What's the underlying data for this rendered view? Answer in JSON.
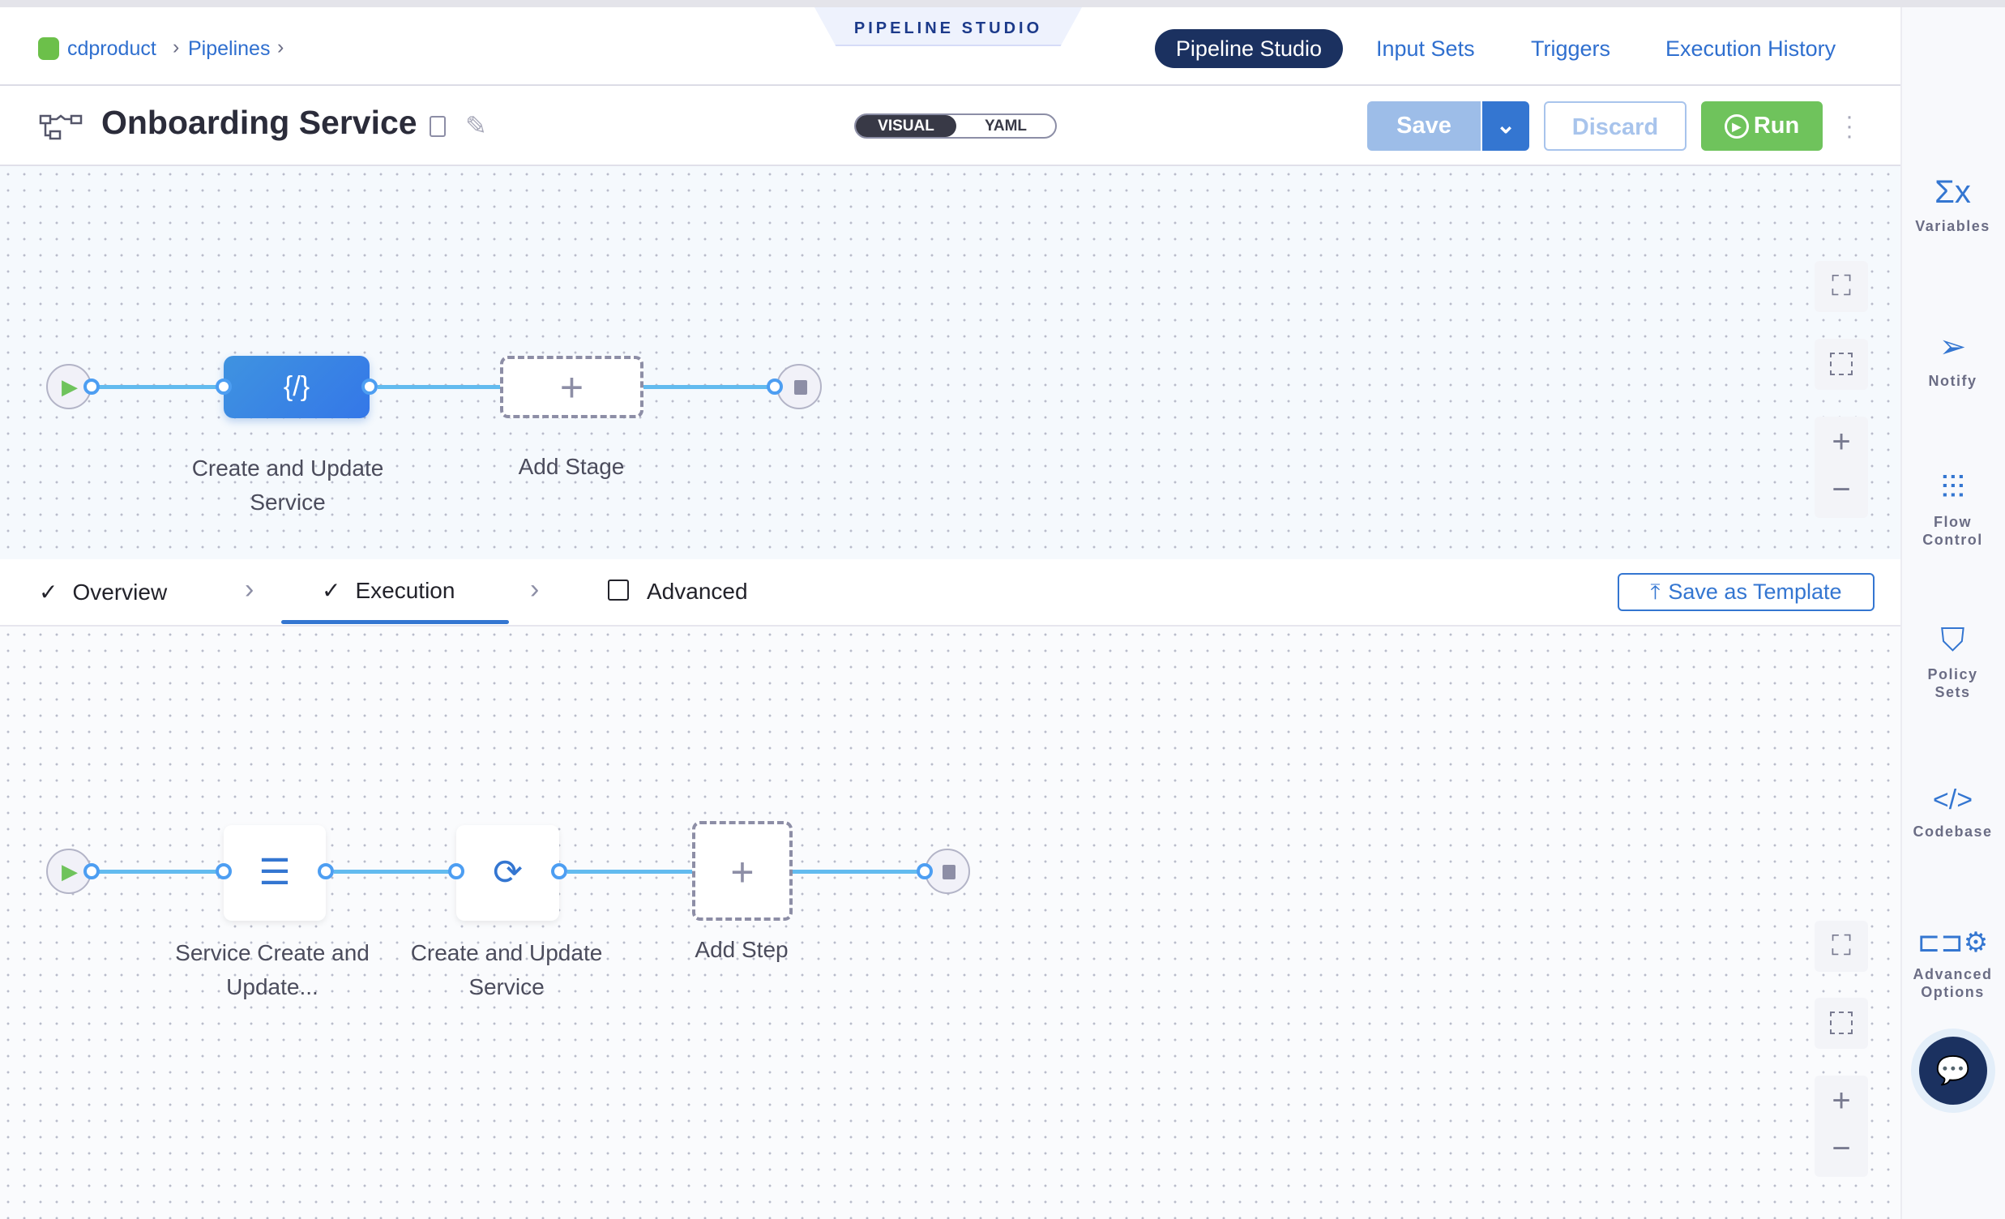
{
  "header": {
    "studio_banner": "PIPELINE STUDIO",
    "breadcrumb": [
      "cdproduct",
      "Pipelines"
    ],
    "nav": [
      {
        "label": "Pipeline Studio",
        "active": true
      },
      {
        "label": "Input Sets"
      },
      {
        "label": "Triggers"
      },
      {
        "label": "Execution History"
      }
    ]
  },
  "titlebar": {
    "pipeline_name": "Onboarding Service",
    "view_toggle": {
      "options": [
        "VISUAL",
        "YAML"
      ],
      "selected": "VISUAL"
    },
    "save": "Save",
    "discard": "Discard",
    "run": "Run"
  },
  "stage_graph": {
    "stages": [
      {
        "label": "Create and Update Service",
        "type": "custom-stage-icon",
        "selected": true
      }
    ],
    "add_label": "Add Stage"
  },
  "stage_tabs": {
    "tabs": [
      {
        "label": "Overview",
        "done": true
      },
      {
        "label": "Execution",
        "done": true,
        "active": true
      },
      {
        "label": "Advanced"
      }
    ],
    "save_as_template": "Save as Template"
  },
  "execution_graph": {
    "steps": [
      {
        "label": "Service Create and Update...",
        "icon": "terraform-plan-icon"
      },
      {
        "label": "Create and Update Service",
        "icon": "terraform-apply-icon"
      }
    ],
    "add_label": "Add Step"
  },
  "sidebar": {
    "items": [
      {
        "label": "Variables",
        "icon": "variables-icon"
      },
      {
        "label": "Notify",
        "icon": "paper-plane-icon"
      },
      {
        "label": "Flow Control",
        "icon": "sliders-icon"
      },
      {
        "label": "Policy Sets",
        "icon": "shield-check-icon"
      },
      {
        "label": "Codebase",
        "icon": "code-warning-icon"
      },
      {
        "label": "Advanced Options",
        "icon": "advanced-options-icon"
      }
    ]
  },
  "colors": {
    "primary": "#3476d1",
    "nav_active": "#1b3160",
    "run": "#6fc35c",
    "connector": "#62bbef"
  }
}
